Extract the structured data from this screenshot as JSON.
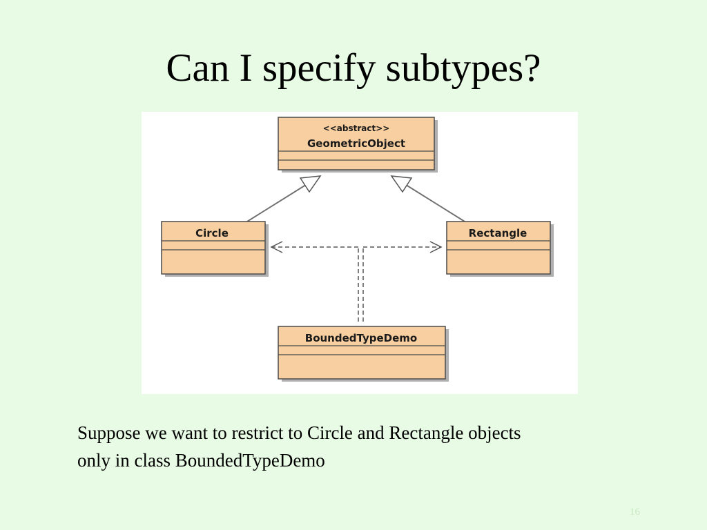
{
  "slide": {
    "title": "Can I specify subtypes?",
    "caption_lines": [
      "Suppose we want to restrict to Circle and Rectangle objects",
      "only in class BoundedTypeDemo"
    ],
    "slide_number": "16"
  },
  "diagram": {
    "classes": {
      "geometric_object": {
        "stereotype": "<<abstract>>",
        "name": "GeometricObject"
      },
      "circle": {
        "name": "Circle"
      },
      "rectangle": {
        "name": "Rectangle"
      },
      "bounded_type_demo": {
        "name": "BoundedTypeDemo"
      }
    },
    "relations": [
      {
        "from": "Circle",
        "to": "GeometricObject",
        "kind": "generalization"
      },
      {
        "from": "Rectangle",
        "to": "GeometricObject",
        "kind": "generalization"
      },
      {
        "from": "BoundedTypeDemo",
        "to": "Circle",
        "kind": "dependency"
      },
      {
        "from": "BoundedTypeDemo",
        "to": "Rectangle",
        "kind": "dependency"
      }
    ],
    "colors": {
      "class_fill": "#f7cfa0",
      "class_border": "#4a4a4a",
      "shadow": "#b0b0b0",
      "line": "#707070"
    }
  }
}
